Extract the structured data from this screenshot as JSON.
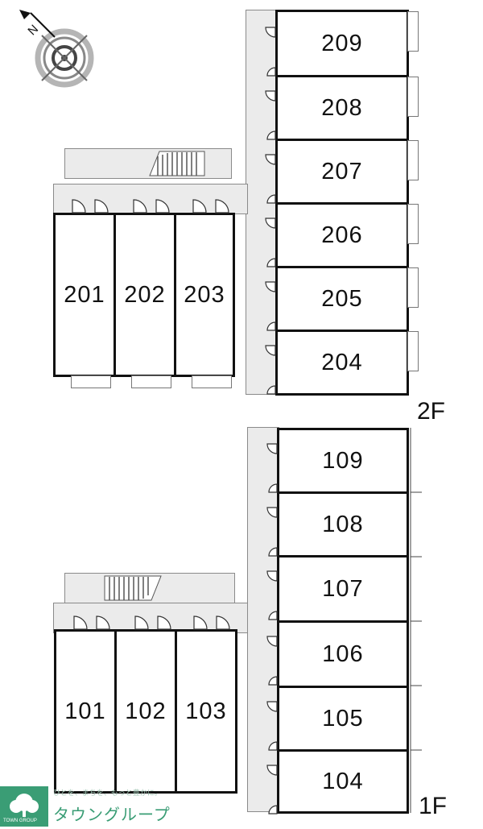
{
  "compass": {
    "north_label": "N",
    "icon": "compass-icon"
  },
  "floor2": {
    "label": "2F",
    "units_east": [
      "209",
      "208",
      "207",
      "206",
      "205",
      "204"
    ],
    "units_west": [
      "201",
      "202",
      "203"
    ]
  },
  "floor1": {
    "label": "1F",
    "units_east": [
      "109",
      "108",
      "107",
      "106",
      "105",
      "104"
    ],
    "units_west": [
      "101",
      "102",
      "103"
    ]
  },
  "logo": {
    "tagline": "ひとを、まちを、もっと豊かに。",
    "name": "タウングループ",
    "small": "TOWN GROUP"
  },
  "colors": {
    "corridor": "#ebebeb",
    "wall": "#111111",
    "logo_green": "#3a9d75"
  }
}
